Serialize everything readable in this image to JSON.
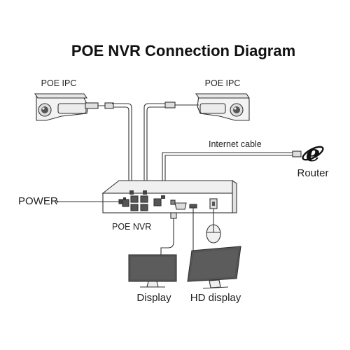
{
  "title": "POE NVR Connection Diagram",
  "labels": {
    "camera_left": "POE IPC",
    "camera_right": "POE IPC",
    "internet_cable": "Internet cable",
    "router": "Router",
    "power": "POWER",
    "nvr": "POE NVR",
    "display": "Display",
    "hd_display": "HD display"
  },
  "icons": {
    "router": "internet-explorer-e-icon",
    "camera": "bullet-camera-icon",
    "monitor": "monitor-icon",
    "mouse": "mouse-icon"
  },
  "colors": {
    "line": "#333333",
    "fill_light": "#f2f2f2",
    "fill_dark": "#555555"
  }
}
